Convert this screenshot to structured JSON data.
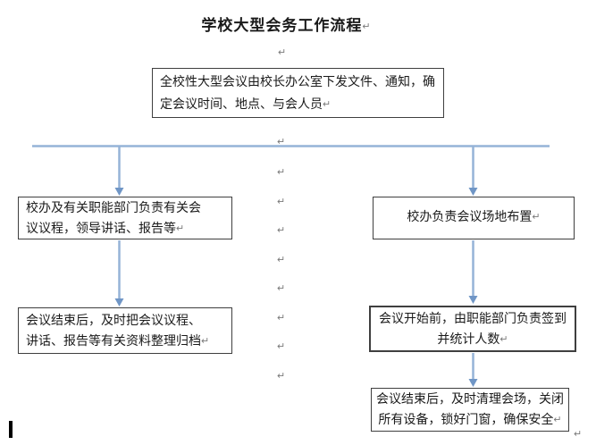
{
  "title": {
    "text": "学校大型会务工作流程"
  },
  "glyphs": {
    "return_mark": "↵"
  },
  "colors": {
    "connector": "#95b3d7",
    "arrowhead": "#7096c6",
    "box_border": "#3f3f3f",
    "text": "#1a1a1a",
    "mark_gray": "#7a7a7a"
  },
  "flowchart": {
    "top_box": {
      "lines": [
        "全校性大型会议由校长办公室下发文件、通知，确",
        "定会议时间、地点、与会人员"
      ]
    },
    "left_branch": [
      {
        "lines": [
          "校办及有关职能部门负责有关会",
          "议议程，领导讲话、报告等"
        ]
      },
      {
        "lines": [
          "会议结束后，及时把会议议程、",
          "讲话、报告等有关资料整理归档"
        ]
      }
    ],
    "right_branch": [
      {
        "lines": [
          "校办负责会议场地布置"
        ]
      },
      {
        "lines": [
          "会议开始前，由职能部门负责签到",
          "并统计人数"
        ]
      },
      {
        "lines": [
          "会议结束后，及时清理会场，关闭",
          "所有设备，锁好门窗，确保安全"
        ]
      }
    ]
  }
}
